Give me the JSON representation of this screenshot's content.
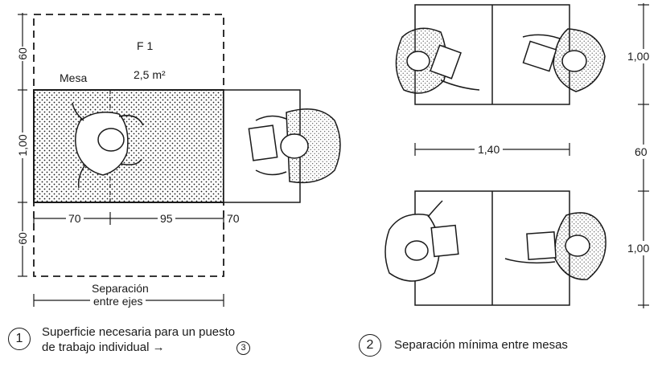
{
  "figure1": {
    "zone_label": "F 1",
    "table_label": "Mesa",
    "area_label": "2,5 m²",
    "dim_top": "60",
    "dim_mid": "1,00",
    "dim_bottom": "60",
    "dim_70_left": "70",
    "dim_95": "95",
    "dim_70_right": "70",
    "axis_sep_line1": "Separación",
    "axis_sep_line2": "entre ejes",
    "caption_number": "1",
    "caption_line1": "Superficie necesaria para un puesto",
    "caption_line2": "de trabajo individual →",
    "caption_ref": "3"
  },
  "figure2": {
    "dim_width": "1,40",
    "dim_top": "1,00",
    "dim_gap": "60",
    "dim_bottom": "1,00",
    "caption_number": "2",
    "caption_text": "Separación mínima entre mesas"
  },
  "colors": {
    "ink": "#1a1a1a",
    "paper": "#ffffff"
  }
}
